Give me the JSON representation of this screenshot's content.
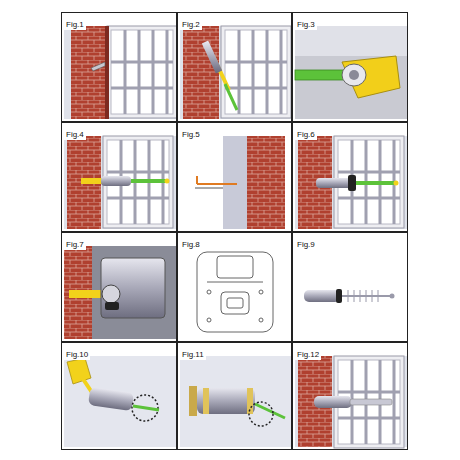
{
  "diagram": {
    "nodes": [
      {
        "text": [
          "Fig.1"
        ]
      },
      {
        "text": [
          "Fig.2"
        ]
      },
      {
        "text": [
          "Fig.3"
        ]
      },
      {
        "text": [
          "Fig.4"
        ]
      },
      {
        "text": [
          "Fig.5"
        ]
      },
      {
        "text": [
          "Fig.6"
        ]
      },
      {
        "text": [
          "Fig.7"
        ]
      },
      {
        "text": [
          "Fig.8"
        ]
      },
      {
        "text": [
          "Fig.9"
        ]
      },
      {
        "text": [
          "Fig.10"
        ]
      },
      {
        "text": [
          "Fig.11"
        ]
      },
      {
        "text": [
          "Fig.12"
        ]
      }
    ]
  }
}
